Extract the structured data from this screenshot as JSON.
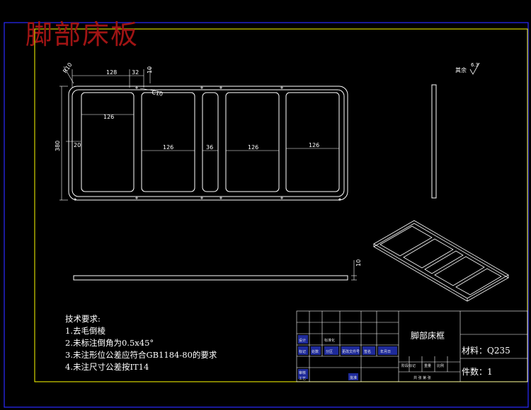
{
  "watermark_title": "脚部床板",
  "colors": {
    "background": "#000000",
    "border_outer": "#2a2aff",
    "border_inner": "#ffff00",
    "geometry": "#ffffff",
    "dimension": "#ffffff",
    "title_red": "#a01414"
  },
  "dimensions": {
    "d_128": "128",
    "d_32": "32",
    "d_10_top": "10",
    "d_r10": "R10",
    "d_c10": "C10",
    "d_400": "380",
    "d_20": "20",
    "d_126_a": "126",
    "d_126_b": "126",
    "d_36": "36",
    "d_126_c": "126",
    "d_126_d": "126",
    "d_10_side": "10"
  },
  "roughness": {
    "label": "其余",
    "value": "6.3"
  },
  "technical_requirements": {
    "heading": "技术要求:",
    "items": [
      "1.去毛倒棱",
      "2.未标注倒角为0.5x45°",
      "3.未注形位公差应符合GB1184-80的要求",
      "4.未注尺寸公差按IT14"
    ]
  },
  "title_block": {
    "part_name": "脚部床框",
    "material_label": "材料：Q235",
    "quantity_label": "件数：1",
    "small_labels": [
      "标记",
      "处数",
      "分区",
      "更改文件号",
      "签名",
      "年月日",
      "设计",
      "标准化",
      "阶段标记",
      "重量",
      "比例",
      "审核",
      "工艺",
      "批准",
      "共 张 第 张"
    ]
  }
}
